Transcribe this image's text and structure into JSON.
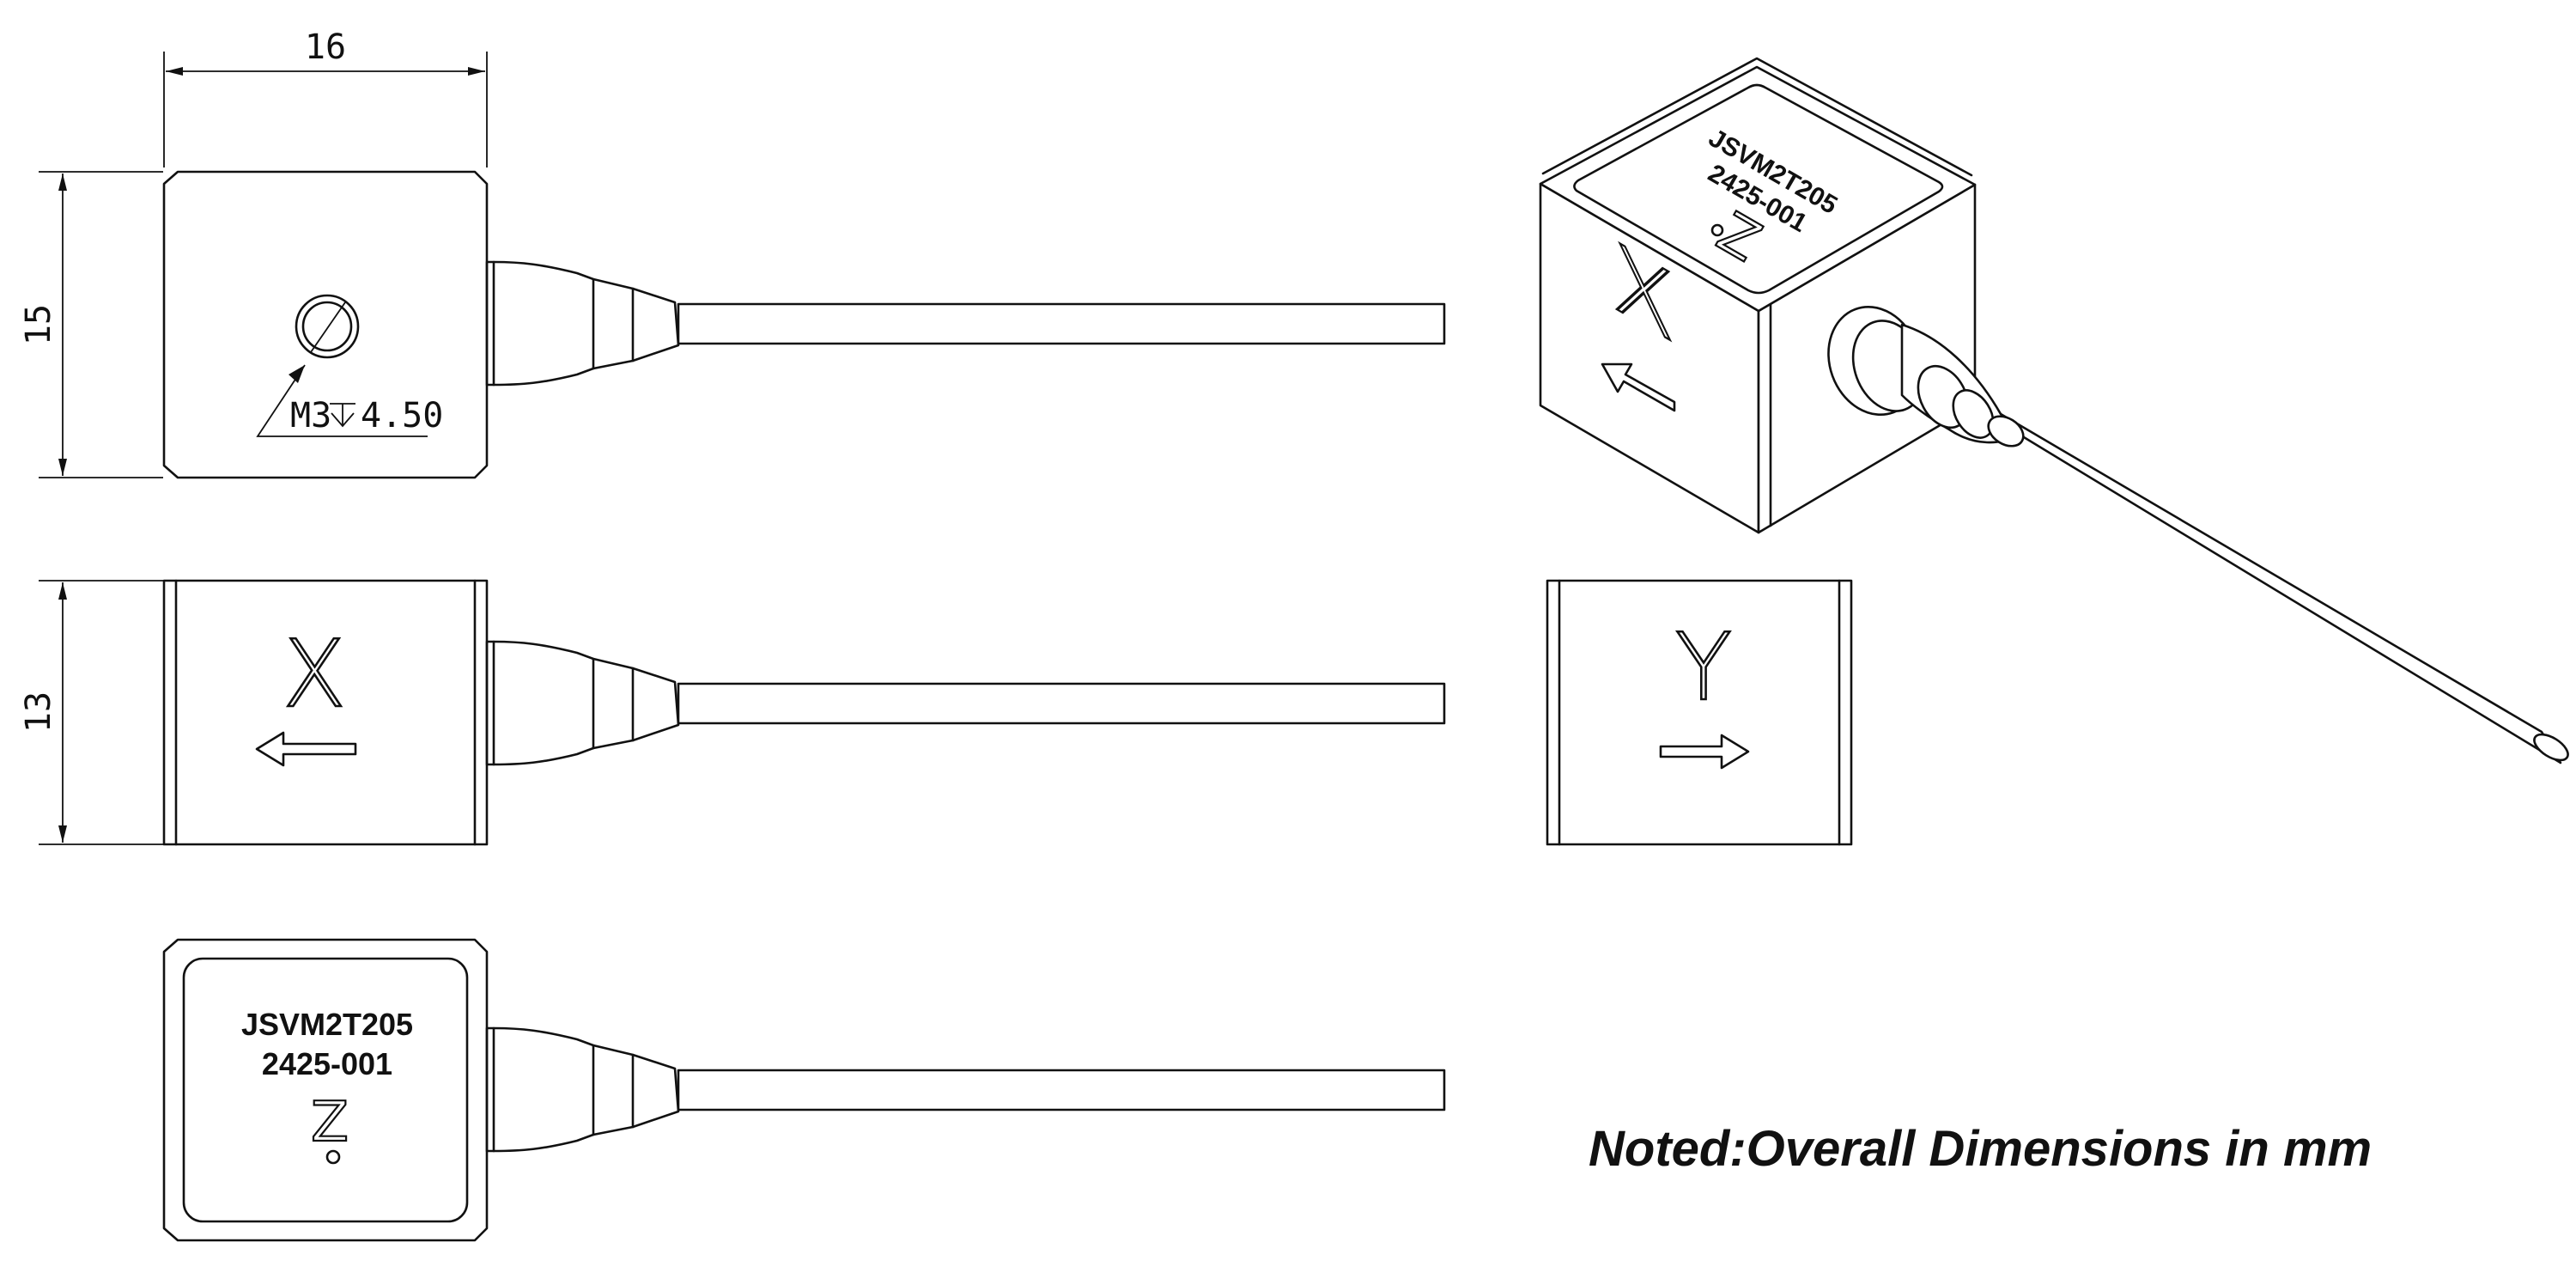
{
  "dimensions": {
    "width_label": "16",
    "height_label": "15",
    "depth_label": "13",
    "thread_callout_spec": "M3",
    "thread_callout_depth": "4.50"
  },
  "faces": {
    "front_axis": "X",
    "side_axis": "Y",
    "top_axis": "Z"
  },
  "product_label": {
    "model": "JSVM2T205",
    "serial": "2425-001"
  },
  "note": "Noted:Overall Dimensions in mm"
}
